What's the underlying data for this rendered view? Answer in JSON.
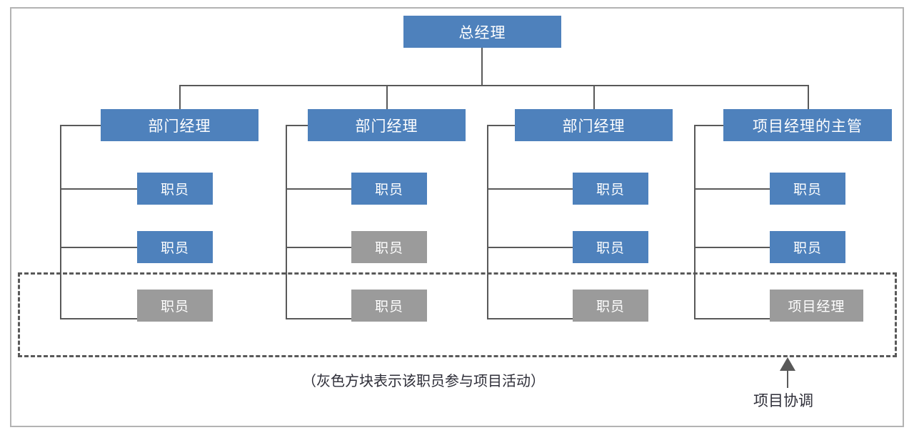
{
  "figure": {
    "title_node": {
      "label": "总经理",
      "color": "blue"
    },
    "legend_note": "（灰色方块表示该职员参与项目活动）",
    "coordination_label": "项目协调",
    "colors": {
      "blue": "#4e81bc",
      "gray": "#9b9b9b",
      "line": "#595959",
      "frame": "#b3b3b3",
      "text_on_node": "#ffffff",
      "caption": "#2e2e38"
    },
    "columns": [
      {
        "head": {
          "label": "部门经理",
          "color": "blue"
        },
        "children": [
          {
            "label": "职员",
            "color": "blue"
          },
          {
            "label": "职员",
            "color": "blue"
          },
          {
            "label": "职员",
            "color": "gray"
          }
        ]
      },
      {
        "head": {
          "label": "部门经理",
          "color": "blue"
        },
        "children": [
          {
            "label": "职员",
            "color": "blue"
          },
          {
            "label": "职员",
            "color": "gray"
          },
          {
            "label": "职员",
            "color": "gray"
          }
        ]
      },
      {
        "head": {
          "label": "部门经理",
          "color": "blue"
        },
        "children": [
          {
            "label": "职员",
            "color": "blue"
          },
          {
            "label": "职员",
            "color": "blue"
          },
          {
            "label": "职员",
            "color": "gray"
          }
        ]
      },
      {
        "head": {
          "label": "项目经理的主管",
          "color": "blue"
        },
        "children": [
          {
            "label": "职员",
            "color": "blue"
          },
          {
            "label": "职员",
            "color": "blue"
          },
          {
            "label": "项目经理",
            "color": "gray"
          }
        ]
      }
    ]
  }
}
